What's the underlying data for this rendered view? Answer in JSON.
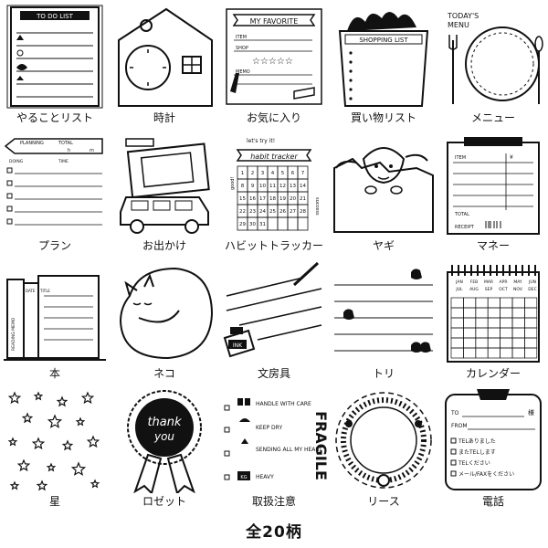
{
  "labels": {
    "todo": "やることリスト",
    "clock": "時計",
    "favorite": "お気に入り",
    "shopping": "買い物リスト",
    "menu": "メニュー",
    "plan": "プラン",
    "outing": "お出かけ",
    "habit": "ハビットトラッカー",
    "goat": "ヤギ",
    "money": "マネー",
    "book": "本",
    "cat": "ネコ",
    "stationery": "文房具",
    "bird": "トリ",
    "calendar": "カレンダー",
    "star": "星",
    "rosette": "ロゼット",
    "fragile": "取扱注意",
    "wreath": "リース",
    "phone": "電話"
  },
  "art_text": {
    "todo_title": "TO DO LIST",
    "fav_title": "MY FAVORITE",
    "fav_item": "ITEM",
    "fav_shop": "SHOP",
    "fav_memo": "MEMO",
    "shop_title": "SHOPPING LIST",
    "menu_title_1": "TODAY'S",
    "menu_title_2": "MENU",
    "plan_planning": "PLANNING",
    "plan_total": "TOTAL",
    "plan_h": "h",
    "plan_m": "m",
    "plan_doing": "DOING",
    "plan_time": "TIME",
    "habit_lets": "let's try it!",
    "habit_title": "habit tracker",
    "habit_good": "good!",
    "habit_success": "success",
    "money_item": "ITEM",
    "money_yen": "¥",
    "money_total": "TOTAL",
    "money_receipt": "RECEIPT",
    "book_date": "DATE",
    "book_title": "TITLE",
    "book_reading": "READING MEMO",
    "ink": "INK",
    "cal_mon": "JAN",
    "fragile_1": "HANDLE WITH CARE",
    "fragile_2": "KEEP DRY",
    "fragile_3": "SENDING ALL MY HEART",
    "fragile_4": "HEAVY",
    "fragile_kg": "KG",
    "fragile_big": "FRAGILE",
    "thank": "thank",
    "you": "you",
    "phone_to": "TO",
    "phone_sama": "様",
    "phone_from": "FROM",
    "phone_1": "TELありました",
    "phone_2": "またTELします",
    "phone_3": "TELください",
    "phone_4": "メール/FAXをください"
  },
  "calendar_months": [
    "JAN",
    "FEB",
    "MAR",
    "APR",
    "MAY",
    "JUN",
    "JUL",
    "AUG",
    "SEP",
    "OCT",
    "NOV",
    "DEC"
  ],
  "footer": "全20柄",
  "colors": {
    "ink": "#111111",
    "paper": "#ffffff"
  }
}
